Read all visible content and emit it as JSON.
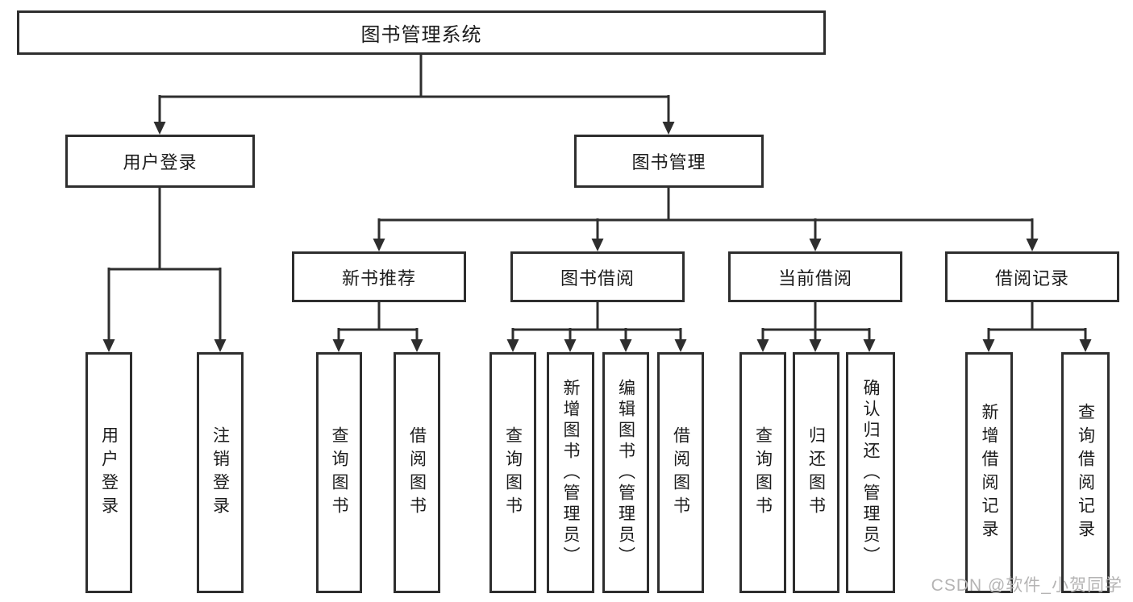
{
  "diagram": {
    "title": "图书管理系统",
    "tree": {
      "label": "图书管理系统",
      "children": [
        {
          "label": "用户登录",
          "children": [
            {
              "label": "用户登录"
            },
            {
              "label": "注销登录"
            }
          ]
        },
        {
          "label": "图书管理",
          "children": [
            {
              "label": "新书推荐",
              "children": [
                {
                  "label": "查询图书"
                },
                {
                  "label": "借阅图书"
                }
              ]
            },
            {
              "label": "图书借阅",
              "children": [
                {
                  "label": "查询图书"
                },
                {
                  "label": "新增图书（管理员）"
                },
                {
                  "label": "编辑图书（管理员）"
                },
                {
                  "label": "借阅图书"
                }
              ]
            },
            {
              "label": "当前借阅",
              "children": [
                {
                  "label": "查询图书"
                },
                {
                  "label": "归还图书"
                },
                {
                  "label": "确认归还（管理员）"
                }
              ]
            },
            {
              "label": "借阅记录",
              "children": [
                {
                  "label": "新增借阅记录"
                },
                {
                  "label": "查询借阅记录"
                }
              ]
            }
          ]
        }
      ]
    },
    "watermark": "CSDN @软件_小贺同学",
    "colors": {
      "line": "#2e2e2e",
      "box_border": "#2e2e2e",
      "text": "#1c1c1c",
      "watermark": "#b5b4b4",
      "background": "#ffffff"
    }
  }
}
